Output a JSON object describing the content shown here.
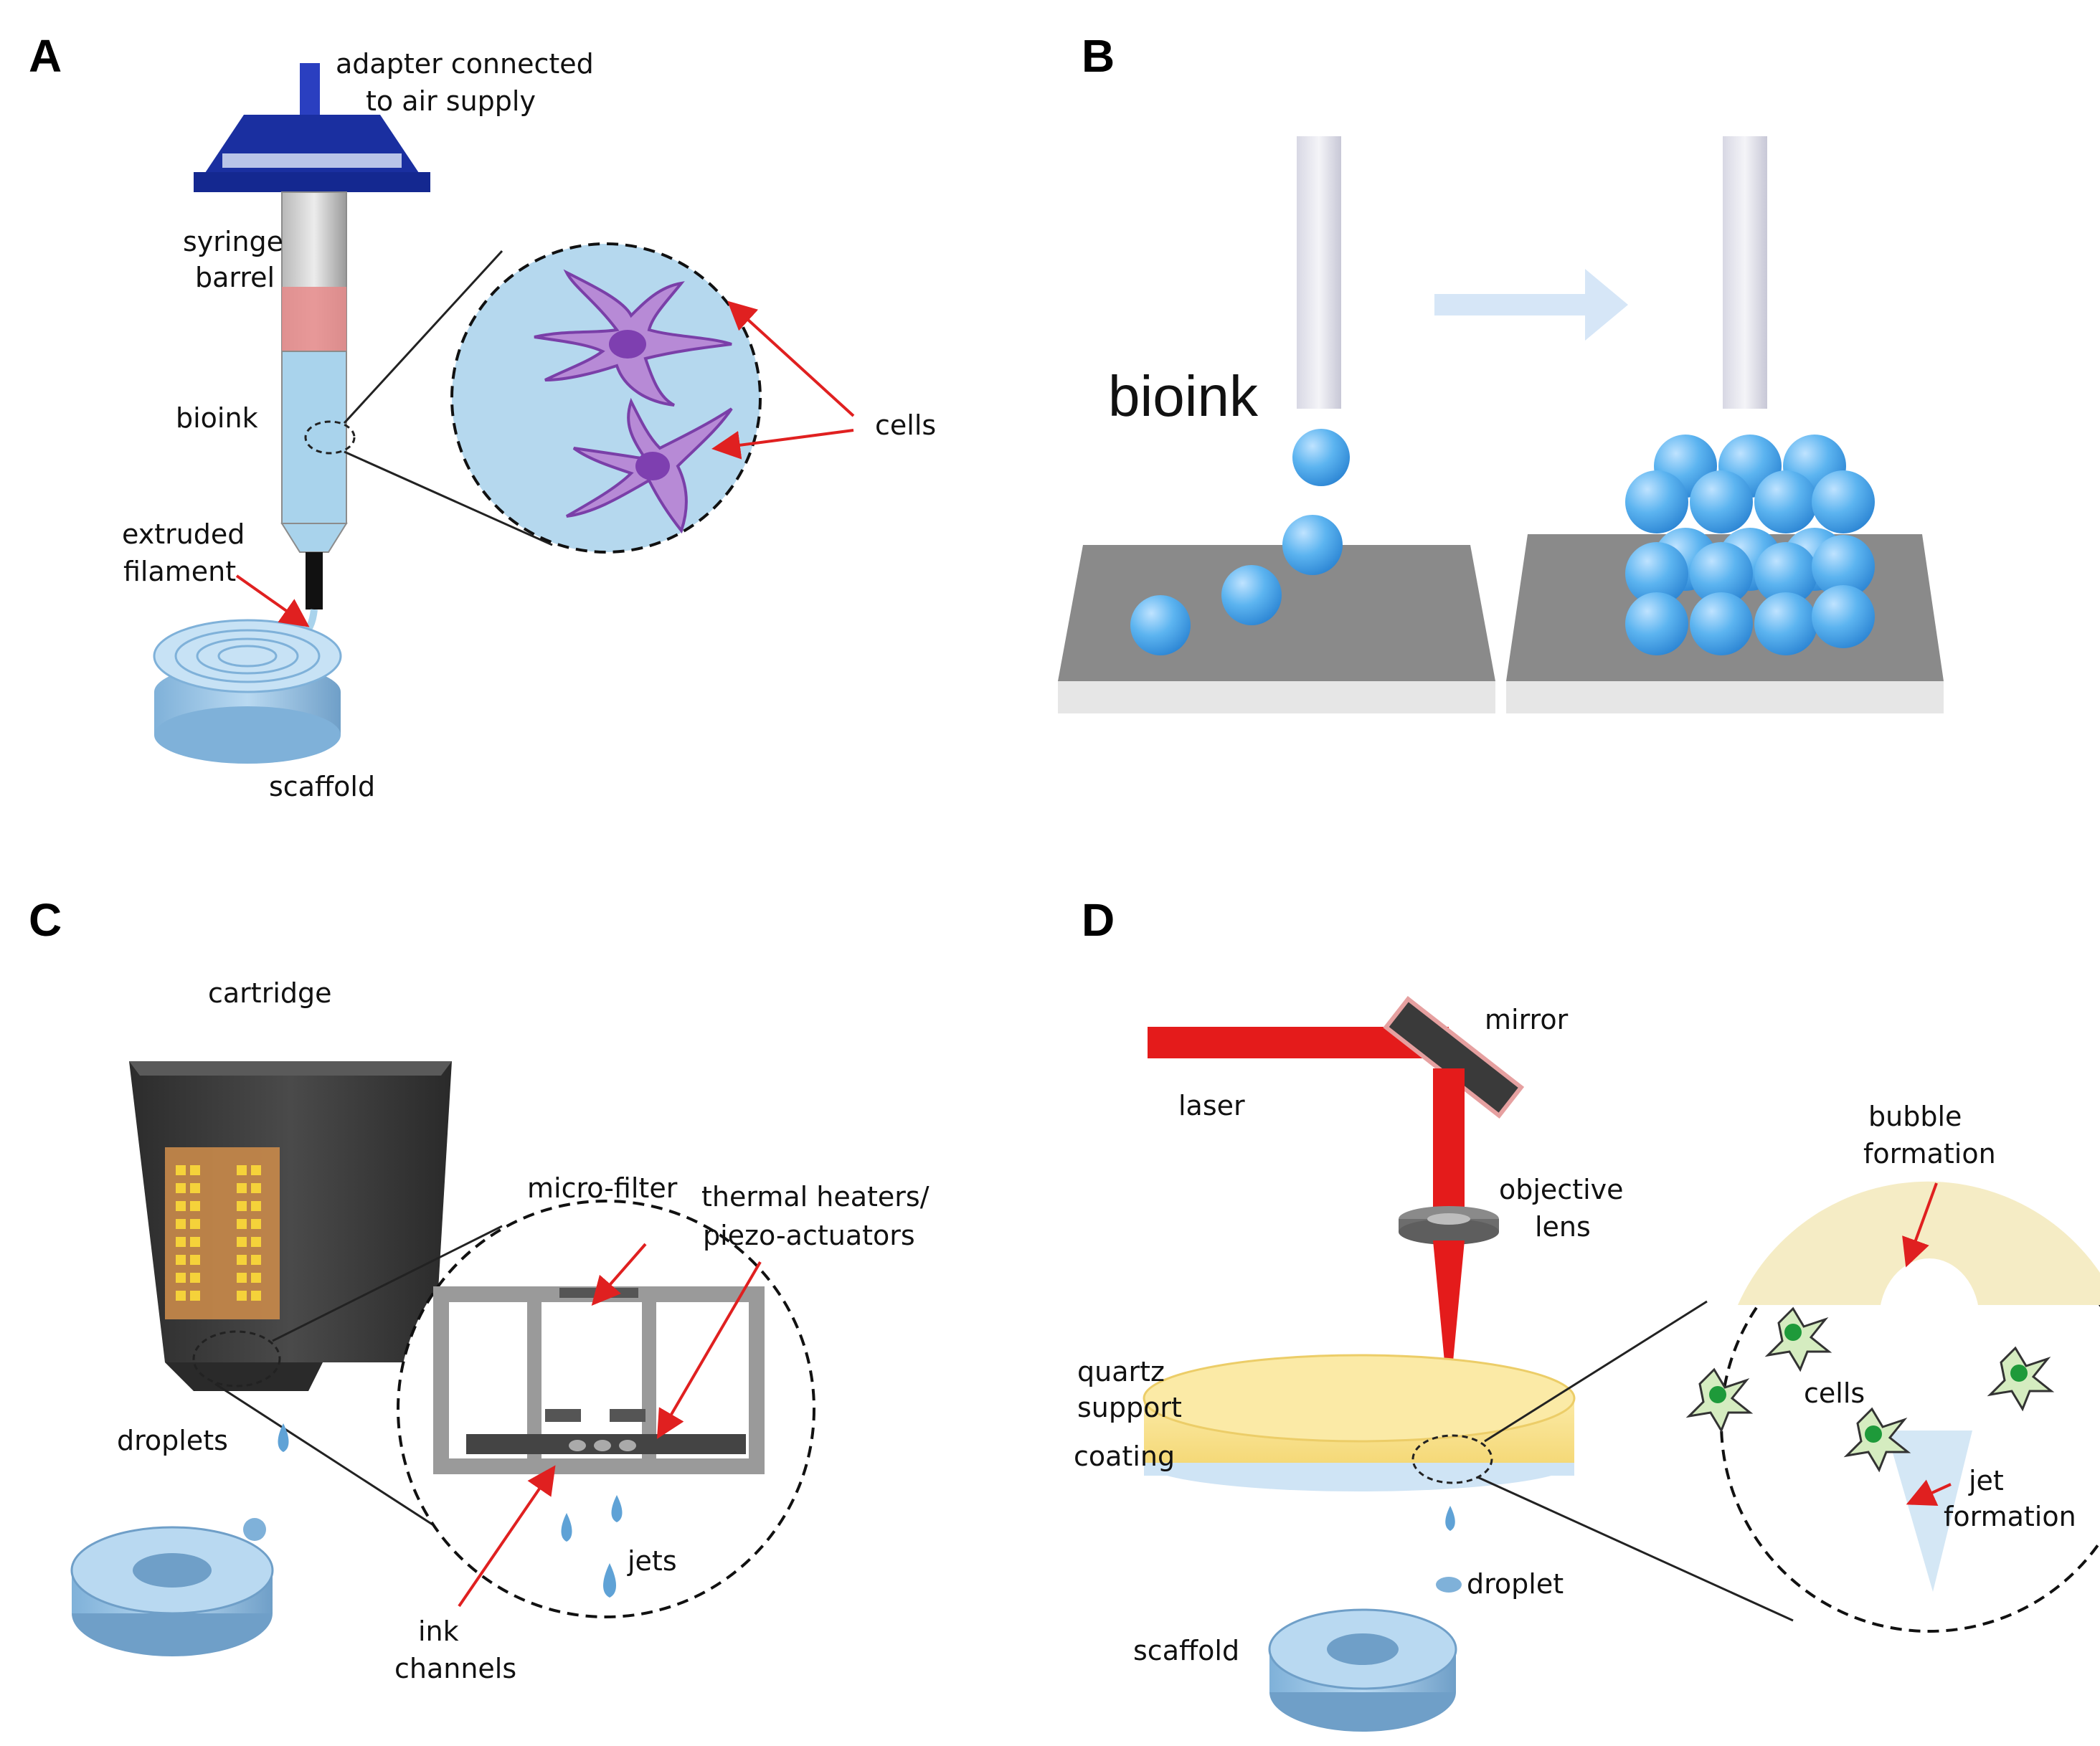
{
  "panels": {
    "A": {
      "letter": "A",
      "labels": {
        "adapter_1": "adapter connected",
        "adapter_2": "to air supply",
        "syringe_1": "syringe",
        "syringe_2": "barrel",
        "bioink": "bioink",
        "cells": "cells",
        "extruded_1": "extruded",
        "extruded_2": "filament",
        "scaffold": "scaffold"
      }
    },
    "B": {
      "letter": "B",
      "labels": {
        "bioink": "bioink"
      }
    },
    "C": {
      "letter": "C",
      "labels": {
        "cartridge": "cartridge",
        "micro_filter": "micro-filter",
        "thermal_1": "thermal heaters/",
        "thermal_2": "piezo-actuators",
        "droplets": "droplets",
        "jets": "jets",
        "ink_1": "ink",
        "ink_2": "channels"
      }
    },
    "D": {
      "letter": "D",
      "labels": {
        "mirror": "mirror",
        "laser": "laser",
        "objective_1": "objective",
        "objective_2": "lens",
        "bubble_1": "bubble",
        "bubble_2": "formation",
        "quartz_1": "quartz",
        "quartz_2": "support",
        "coating": "coating",
        "cells": "cells",
        "jet_1": "jet",
        "jet_2": "formation",
        "droplet": "droplet",
        "scaffold": "scaffold"
      }
    }
  },
  "colors": {
    "adapter_blue": "#1a2fa0",
    "bioink_blue": "#a9d3ec",
    "cell_purple": "#b78ad6",
    "sphere_blue": "#4aa8ec",
    "plate_gray": "#8a8a8a",
    "arrow_red": "#e02020",
    "laser_red": "#e41b1b",
    "quartz_yellow": "#f7e29a",
    "cartridge_dark": "#3c3c3c",
    "heater_orange": "#e6a43a"
  }
}
